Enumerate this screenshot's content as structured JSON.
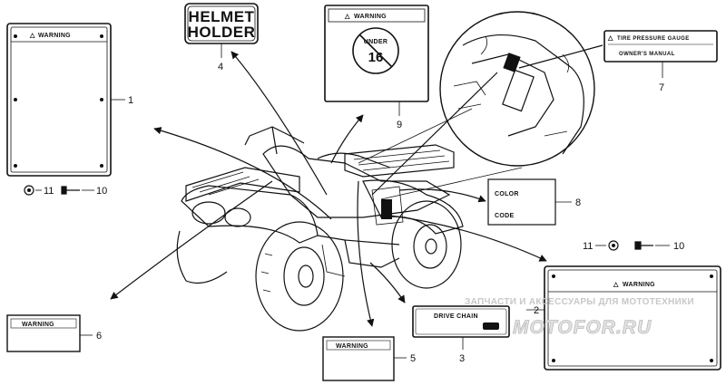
{
  "labels": {
    "l1_title": "WARNING",
    "l4_line1": "HELMET",
    "l4_line2": "HOLDER",
    "l9_title": "WARNING",
    "l9_badge_line1": "UNDER",
    "l9_badge_line2": "16",
    "l7_line1": "TIRE PRESSURE GAUGE",
    "l7_line2": "OWNER'S MANUAL",
    "l8_line1": "COLOR",
    "l8_line2": "CODE",
    "l2_title": "WARNING",
    "l3_title": "DRIVE CHAIN",
    "l5_title": "WARNING",
    "l6_title": "WARNING"
  },
  "callouts": {
    "c1": "1",
    "c2": "2",
    "c3": "3",
    "c4": "4",
    "c5": "5",
    "c6": "6",
    "c7": "7",
    "c8": "8",
    "c9": "9",
    "c10a": "10",
    "c11a": "11",
    "c10b": "10",
    "c11b": "11"
  },
  "watermark": {
    "line1": "ЗАПЧАСТИ И АКСЕССУАРЫ ДЛЯ МОТОТЕХНИКИ",
    "line2": "MOTOFOR.RU"
  }
}
